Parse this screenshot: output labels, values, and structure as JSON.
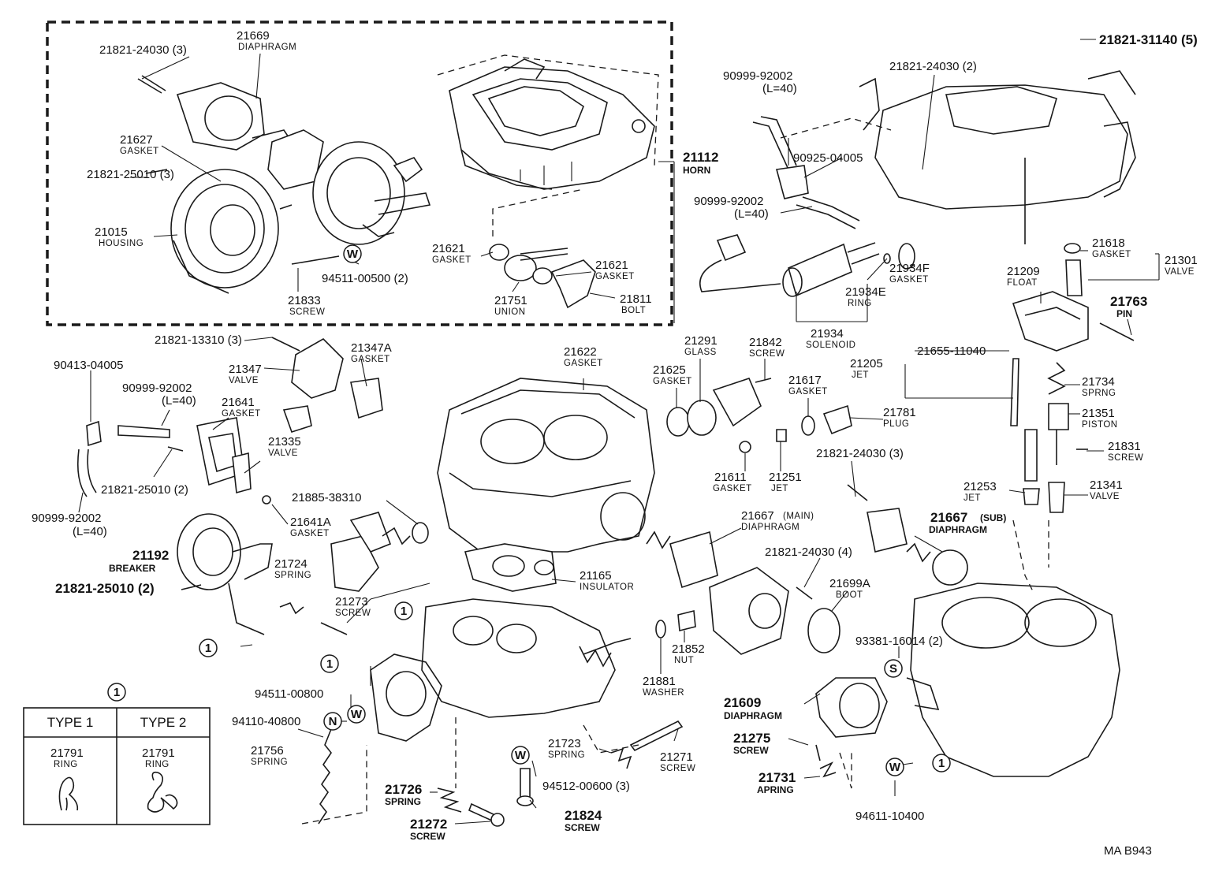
{
  "footer_code": "MA  B943",
  "circle_marker": "1",
  "parts": {
    "p21669": {
      "num": "21669",
      "name": "DIAPHRAGM"
    },
    "p21821_24030_3_top": {
      "num": "21821-24030 (3)"
    },
    "p21627": {
      "num": "21627",
      "name": "GASKET"
    },
    "p21821_25010_3": {
      "num": "21821-25010 (3)"
    },
    "p21015": {
      "num": "21015",
      "name": "HOUSING"
    },
    "p94511_00500": {
      "num": "94511-00500 (2)"
    },
    "p21833": {
      "num": "21833",
      "name": "SCREW"
    },
    "p21112": {
      "num": "21112",
      "name": "HORN"
    },
    "p21621a": {
      "num": "21621",
      "name": "GASKET"
    },
    "p21621b": {
      "num": "21621",
      "name": "GASKET"
    },
    "p21751": {
      "num": "21751",
      "name": "UNION"
    },
    "p21811": {
      "num": "21811",
      "name": "BOLT"
    },
    "p21821_31140": {
      "num": "21821-31140 (5)"
    },
    "p21821_24030_2": {
      "num": "21821-24030 (2)"
    },
    "p90999_top": {
      "num": "90999-92002",
      "name": "(L=40)"
    },
    "p90925": {
      "num": "90925-04005"
    },
    "p90999_mid": {
      "num": "90999-92002",
      "name": "(L=40)"
    },
    "p21934F": {
      "num": "21934F",
      "name": "GASKET"
    },
    "p21934E": {
      "num": "21934E",
      "name": "RING"
    },
    "p21934": {
      "num": "21934",
      "name": "SOLENOID"
    },
    "p21618": {
      "num": "21618",
      "name": "GASKET"
    },
    "p21301": {
      "num": "21301",
      "name": "VALVE"
    },
    "p21209": {
      "num": "21209",
      "name": "FLOAT"
    },
    "p21763": {
      "num": "21763",
      "name": "PIN"
    },
    "p21821_13310": {
      "num": "21821-13310 (3)"
    },
    "p21347A": {
      "num": "21347A",
      "name": "GASKET"
    },
    "p21347": {
      "num": "21347",
      "name": "VALVE"
    },
    "p90413": {
      "num": "90413-04005"
    },
    "p90999_left": {
      "num": "90999-92002",
      "name": "(L=40)"
    },
    "p21641": {
      "num": "21641",
      "name": "GASKET"
    },
    "p21335": {
      "num": "21335",
      "name": "VALVE"
    },
    "p21821_25010_2a": {
      "num": "21821-25010 (2)"
    },
    "p90999_low": {
      "num": "90999-92002",
      "name": "(L=40)"
    },
    "p21622": {
      "num": "21622",
      "name": "GASKET"
    },
    "p21291": {
      "num": "21291",
      "name": "GLASS"
    },
    "p21842": {
      "num": "21842",
      "name": "SCREW"
    },
    "p21625": {
      "num": "21625",
      "name": "GASKET"
    },
    "p21617": {
      "num": "21617",
      "name": "GASKET"
    },
    "p21781": {
      "num": "21781",
      "name": "PLUG"
    },
    "p21655": {
      "num": "21655-11040"
    },
    "p21205": {
      "num": "21205",
      "name": "JET"
    },
    "p21734": {
      "num": "21734",
      "name": "SPRNG"
    },
    "p21351": {
      "num": "21351",
      "name": "PISTON"
    },
    "p21831": {
      "num": "21831",
      "name": "SCREW"
    },
    "p21611": {
      "num": "21611",
      "name": "GASKET"
    },
    "p21251": {
      "num": "21251",
      "name": "JET"
    },
    "p21821_24030_3b": {
      "num": "21821-24030 (3)"
    },
    "p21253": {
      "num": "21253",
      "name": "JET"
    },
    "p21341": {
      "num": "21341",
      "name": "VALVE"
    },
    "p21885": {
      "num": "21885-38310"
    },
    "p21641A": {
      "num": "21641A",
      "name": "GASKET"
    },
    "p21192": {
      "num": "21192",
      "name": "BREAKER"
    },
    "p21821_25010_2b": {
      "num": "21821-25010 (2)"
    },
    "p21667_main": {
      "num": "21667",
      "tag": "(MAIN)",
      "name": "DIAPHRAGM"
    },
    "p21667_sub": {
      "num": "21667",
      "tag": "(SUB)",
      "name": "DIAPHRAGM"
    },
    "p21724": {
      "num": "21724",
      "name": "SPRING"
    },
    "p21165": {
      "num": "21165",
      "name": "INSULATOR"
    },
    "p21273": {
      "num": "21273",
      "name": "SCREW"
    },
    "p21821_24030_4": {
      "num": "21821-24030 (4)"
    },
    "p21699A": {
      "num": "21699A",
      "name": "BOOT"
    },
    "p21852": {
      "num": "21852",
      "name": "NUT"
    },
    "p21881": {
      "num": "21881",
      "name": "WASHER"
    },
    "p93381": {
      "num": "93381-16014 (2)"
    },
    "p94511_00800": {
      "num": "94511-00800"
    },
    "p94110": {
      "num": "94110-40800"
    },
    "p21756": {
      "num": "21756",
      "name": "SPRING"
    },
    "p21609": {
      "num": "21609",
      "name": "DIAPHRAGM"
    },
    "p21275": {
      "num": "21275",
      "name": "SCREW"
    },
    "p21723": {
      "num": "21723",
      "name": "SPRING"
    },
    "p21271": {
      "num": "21271",
      "name": "SCREW"
    },
    "p94512": {
      "num": "94512-00600 (3)"
    },
    "p21731": {
      "num": "21731",
      "name": "APRING"
    },
    "p94611": {
      "num": "94611-10400"
    },
    "p21726": {
      "num": "21726",
      "name": "SPRING"
    },
    "p21824": {
      "num": "21824",
      "name": "SCREW"
    },
    "p21272": {
      "num": "21272",
      "name": "SCREW"
    }
  },
  "symbols": {
    "washer": "W",
    "nut": "N",
    "special": "S"
  },
  "type_table": {
    "header_marker": "1",
    "columns": [
      {
        "label": "TYPE 1",
        "part": "21791",
        "name": "RING"
      },
      {
        "label": "TYPE 2",
        "part": "21791",
        "name": "RING"
      }
    ]
  }
}
